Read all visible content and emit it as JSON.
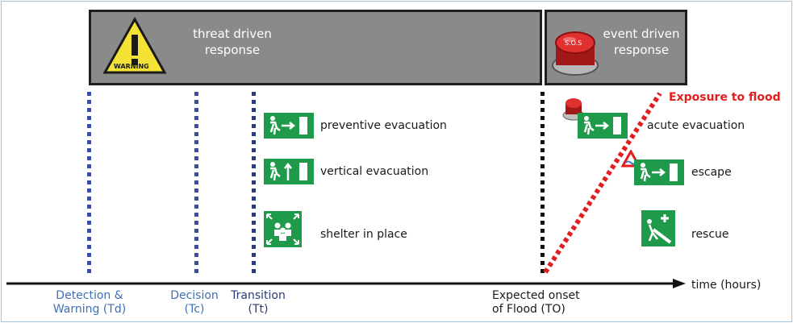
{
  "threat_banner": {
    "line1": "threat driven",
    "line2": "response",
    "warning_sign": "WARNING"
  },
  "event_banner": {
    "line1": "event driven",
    "line2": "response",
    "button_text": "S.O.S"
  },
  "exposure_label": "Exposure to flood",
  "threat_actions": [
    {
      "label": "preventive evacuation",
      "icon": "exit-arrow-right-icon"
    },
    {
      "label": "vertical evacuation",
      "icon": "exit-arrow-up-icon"
    },
    {
      "label": "shelter in place",
      "icon": "shelter-assembly-icon"
    }
  ],
  "event_actions": [
    {
      "label": "acute evacuation",
      "icon": "exit-arrow-right-icon"
    },
    {
      "label": "escape",
      "icon": "exit-arrow-right-icon"
    },
    {
      "label": "rescue",
      "icon": "stretcher-first-aid-icon"
    }
  ],
  "axis": {
    "label": "time (hours)",
    "milestones": [
      {
        "line1": "Detection &",
        "line2": "Warning (Td)"
      },
      {
        "line1": "Decision",
        "line2": "(Tc)"
      },
      {
        "line1": "Transition",
        "line2": "(Tt)"
      },
      {
        "line1": "Expected onset",
        "line2": "of Flood (TO)"
      }
    ]
  },
  "colors": {
    "banner_gray": "#8a8a8a",
    "milestone_blue": "#3a4fa3",
    "milestone_text_blue": "#3f6fb5",
    "onset_black": "#111111",
    "exposure_red": "#e02020",
    "sign_green": "#1f9a4a"
  }
}
